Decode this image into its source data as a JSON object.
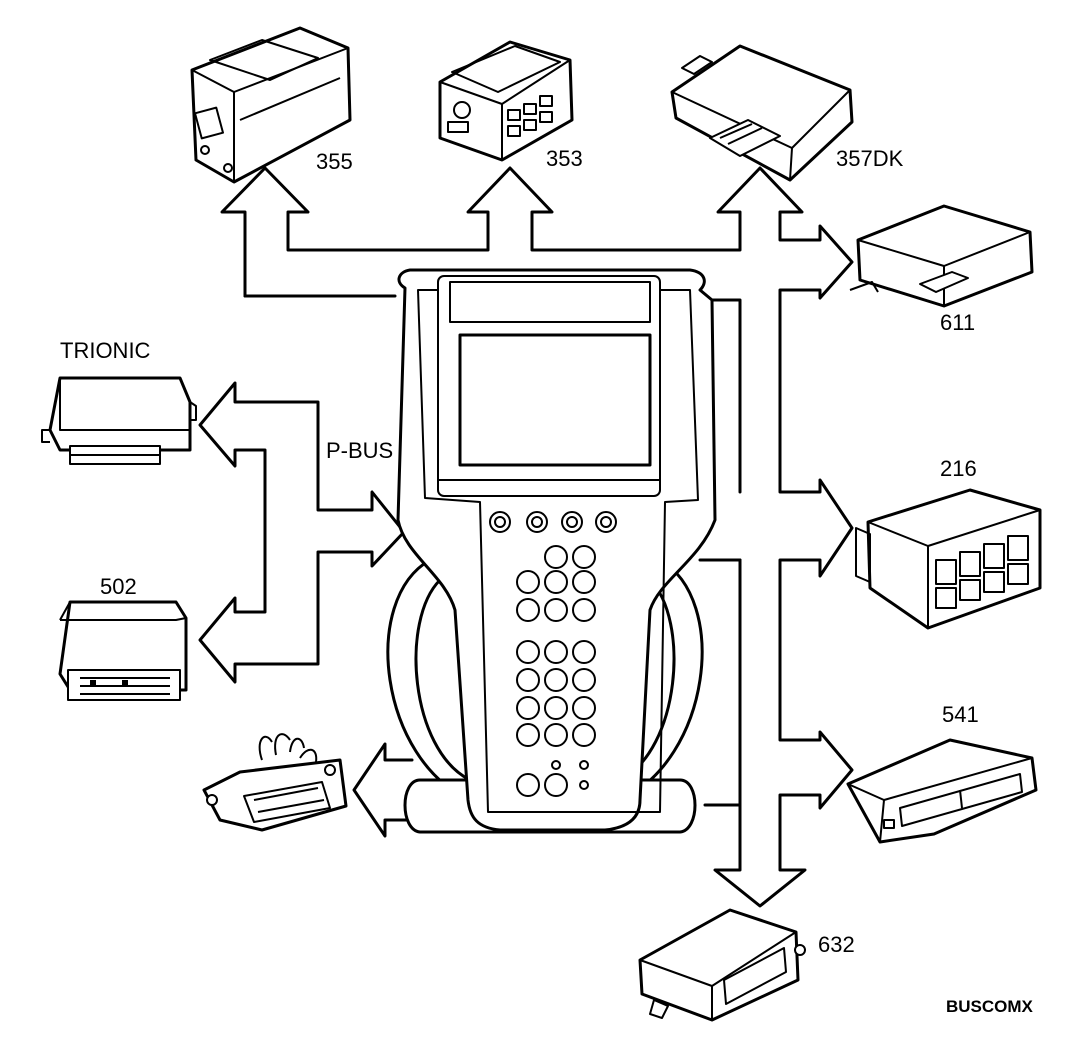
{
  "labels": {
    "module_355": "355",
    "module_353": "353",
    "module_357dk": "357DK",
    "module_611": "611",
    "module_trionic": "TRIONIC",
    "bus_label": "P-BUS",
    "module_216": "216",
    "module_502": "502",
    "module_541": "541",
    "module_632": "632",
    "figure_code": "BUSCOMX"
  },
  "icons": {
    "scan_tool": "diagnostic-scan-tool-icon",
    "connector": "obd-connector-icon",
    "modules": [
      "control-module-icon"
    ]
  },
  "colors": {
    "line": "#000000",
    "background": "#ffffff"
  }
}
